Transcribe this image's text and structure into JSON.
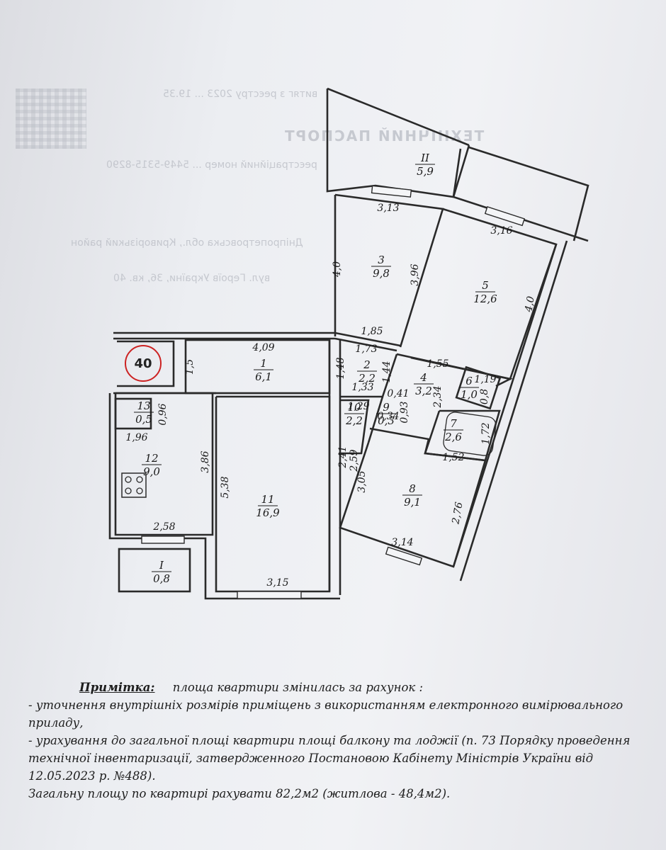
{
  "plan": {
    "apartment_number": "40",
    "rooms": [
      {
        "id": "1",
        "area": "6,1"
      },
      {
        "id": "2",
        "area": "2,2"
      },
      {
        "id": "3",
        "area": "9,8"
      },
      {
        "id": "4",
        "area": "3,2"
      },
      {
        "id": "5",
        "area": "12,6"
      },
      {
        "id": "6",
        "area": "1,0"
      },
      {
        "id": "7",
        "area": "2,6"
      },
      {
        "id": "8",
        "area": "9,1"
      },
      {
        "id": "9",
        "area": "0,3"
      },
      {
        "id": "10",
        "area": "2,2"
      },
      {
        "id": "11",
        "area": "16,9"
      },
      {
        "id": "12",
        "area": "9,0"
      },
      {
        "id": "13",
        "area": "0,5"
      },
      {
        "id": "I",
        "area": "0,8"
      },
      {
        "id": "II",
        "area": "5,9"
      }
    ],
    "dimensions": [
      "3,13",
      "3,16",
      "4,0",
      "3,96",
      "4,0",
      "4,09",
      "1,5",
      "1,85",
      "1,73",
      "1,55",
      "1,48",
      "1,44",
      "1,33",
      "0,41",
      "2,34",
      "1,19",
      "0,8",
      "1,29",
      "0,93",
      "0,34",
      "2,41",
      "2,59",
      "3,05",
      "1,52",
      "1,72",
      "2,76",
      "3,14",
      "0,96",
      "1,96",
      "3,86",
      "5,38",
      "2,58",
      "3,15"
    ]
  },
  "note": {
    "title": "Примітка:",
    "intro": "площа квартири змінилась за рахунок :",
    "line1": "-  уточнення внутрішніх розмірів  приміщень з використанням електронного вимірювального приладу,",
    "line2": " -  урахування до загальної площі квартири площі балкону та лоджії (п. 73 Порядку проведення технічної інвентаризації, затвердженного Постановою Кабінету Міністрів України від 12.05.2023 р. №488).",
    "line3": "Загальну площу по квартирі рахувати 82,2м2 (житлова - 48,4м2)."
  }
}
